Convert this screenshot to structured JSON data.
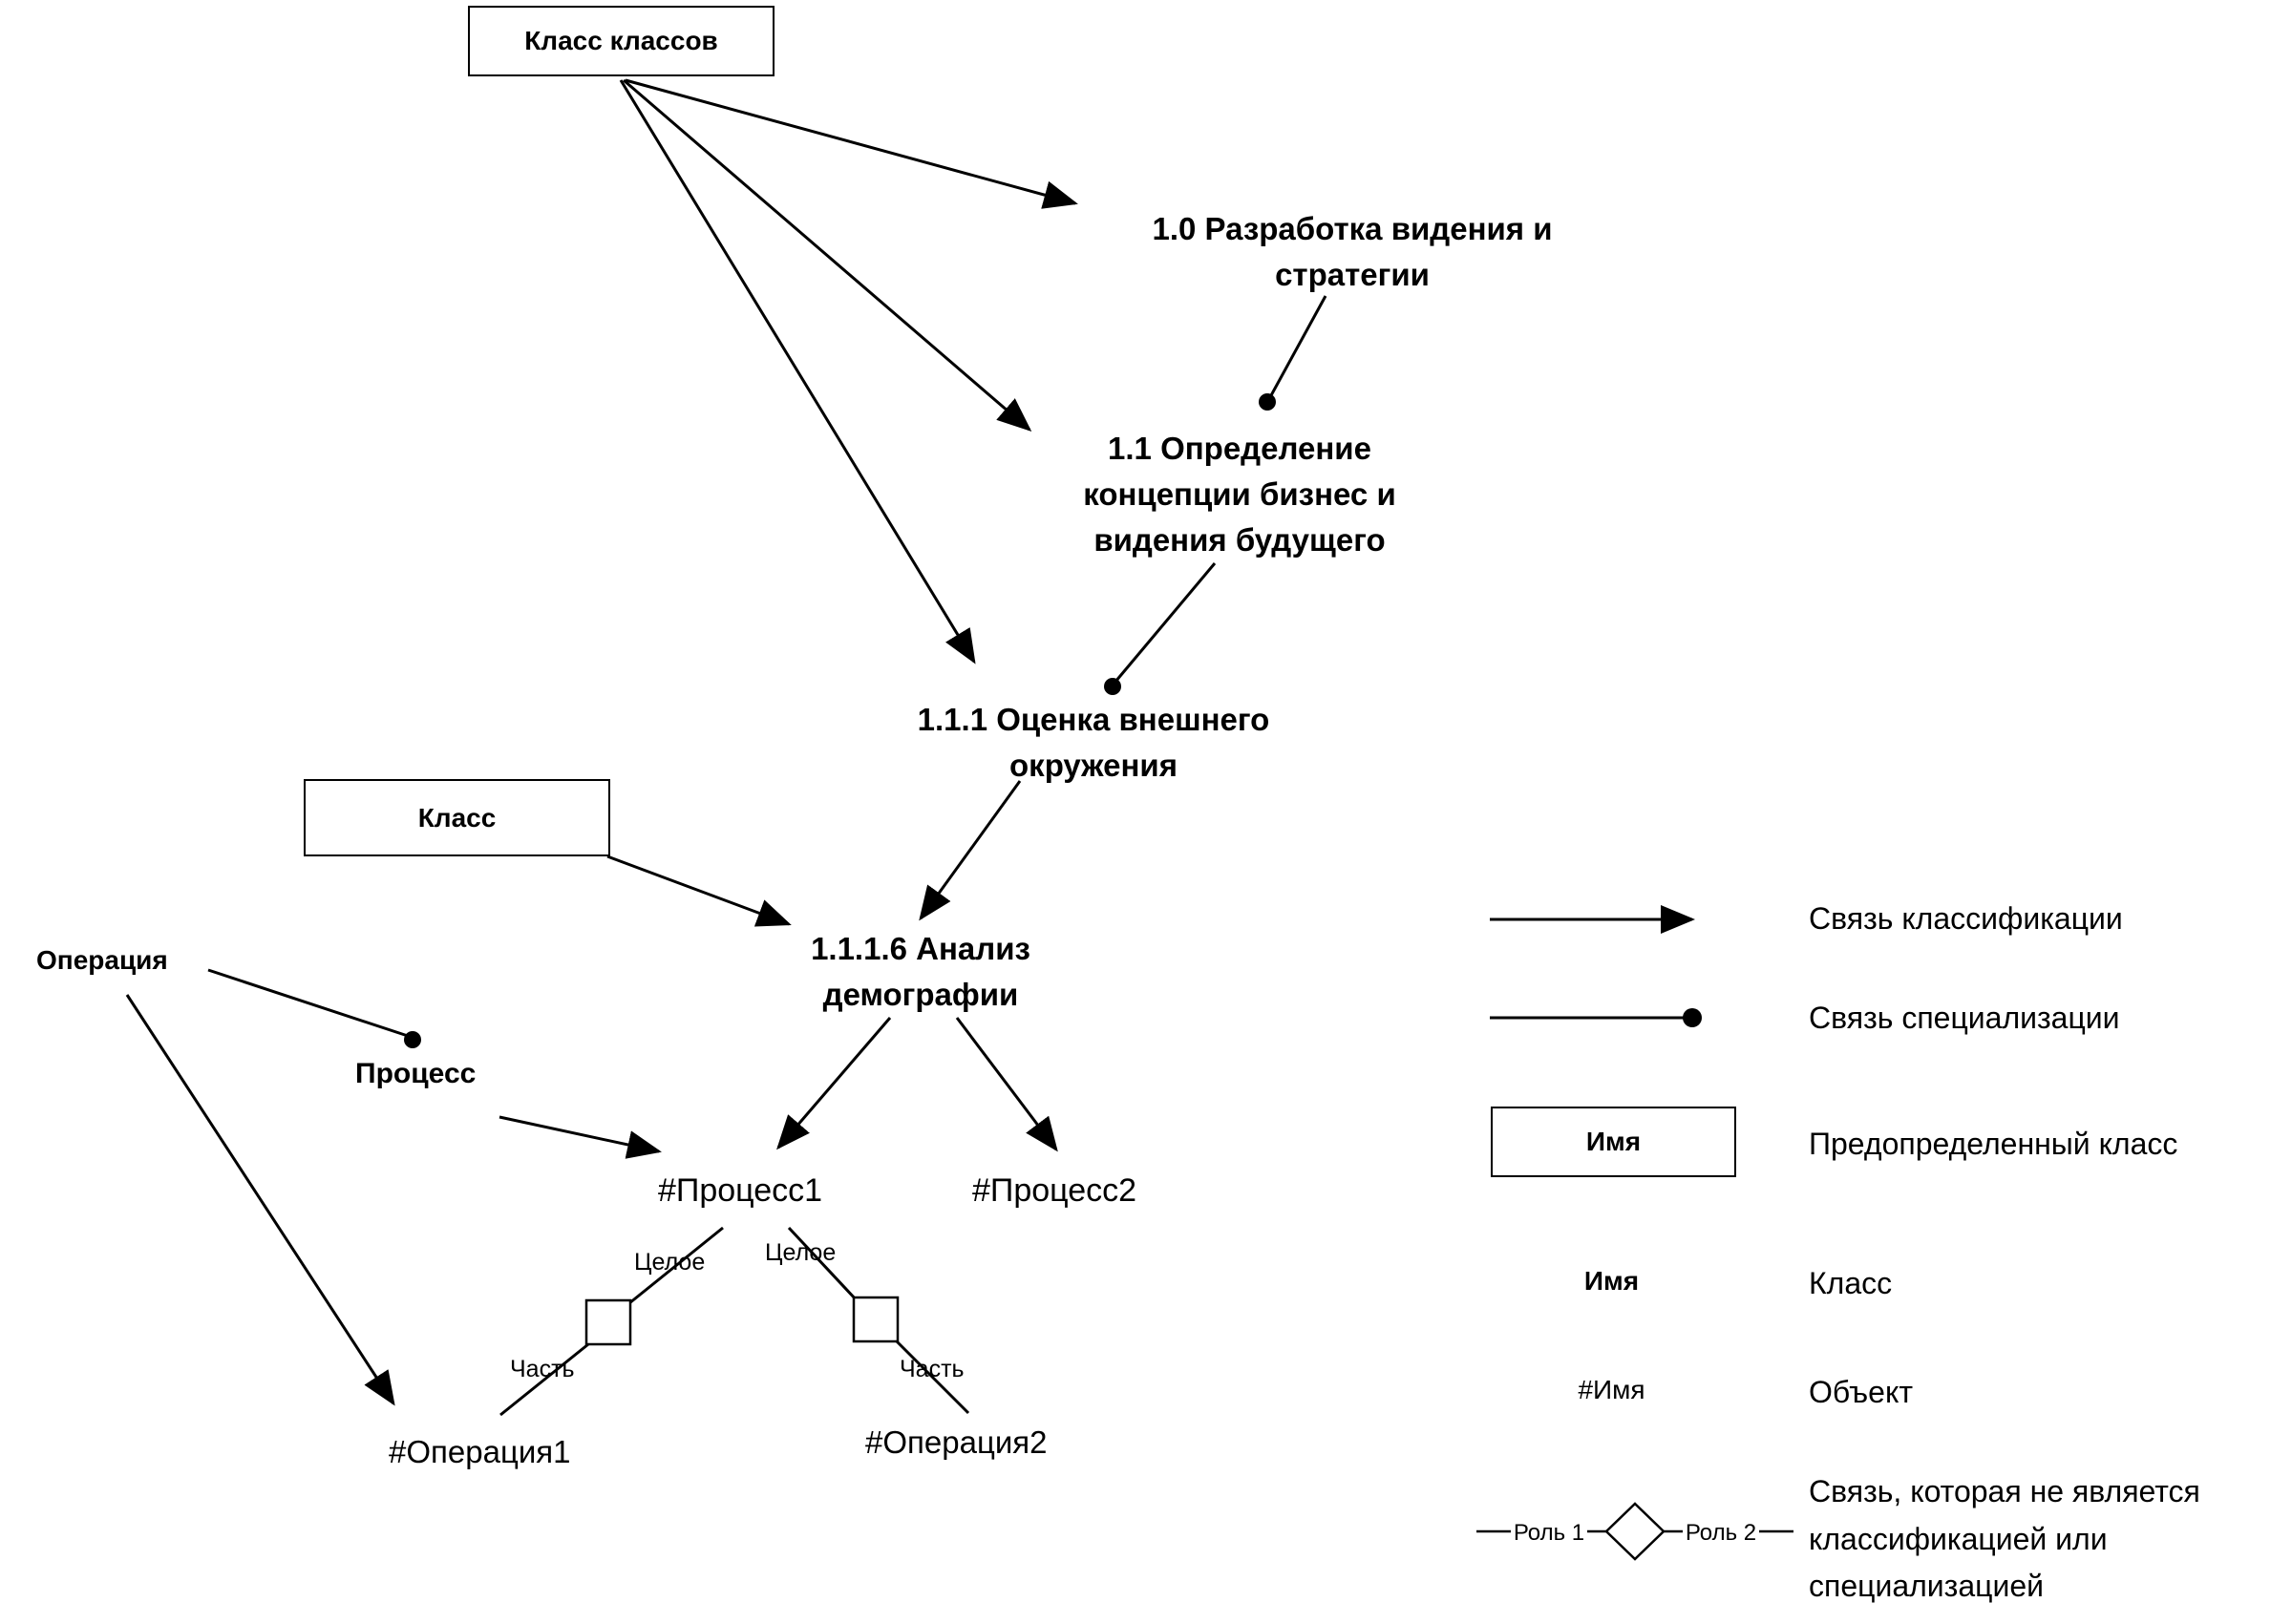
{
  "diagram": {
    "class_of_classes": "Класс классов",
    "class_box": "Класс",
    "node_1_0": "1.0 Разработка видения и\nстратегии",
    "node_1_1": "1.1 Определение\nконцепции бизнес и\nвидения будущего",
    "node_1_1_1": "1.1.1 Оценка внешнего\nокружения",
    "node_1_1_1_6": "1.1.1.6 Анализ\nдемографии",
    "operation_label": "Операция",
    "process_label": "Процесс",
    "process1": "#Процесс1",
    "process2": "#Процесс2",
    "whole_left": "Целое",
    "whole_right": "Целое",
    "part_left": "Часть",
    "part_right": "Часть",
    "operation1": "#Операция1",
    "operation2": "#Операция2"
  },
  "legend": {
    "classification": "Связь классификации",
    "specialization": "Связь специализации",
    "predefined_class_sample": "Имя",
    "predefined_class": "Предопределенный класс",
    "class_sample": "Имя",
    "class_label": "Класс",
    "object_sample": "#Имя",
    "object_label": "Объект",
    "role1": "Роль 1",
    "role2": "Роль 2",
    "other_relation": "Связь, которая не является\nклассификацией или\nспециализацией"
  },
  "colors": {
    "line": "#000000",
    "background": "#ffffff",
    "box_fill": "#ffffff"
  }
}
